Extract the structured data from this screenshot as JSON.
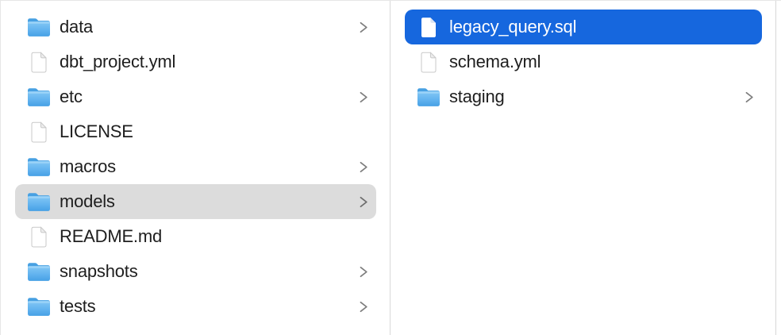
{
  "app": "Finder",
  "view": "column-view",
  "colors": {
    "selection_blue": "#1667de",
    "selection_gray": "#dcdcdc",
    "divider": "#d8d8d8",
    "edge_border": "#e6e6e6",
    "text": "#1e1e1e",
    "selected_text": "#ffffff",
    "chevron": "#7d7d7d",
    "folder_blue": "#62b3ef",
    "file_outline": "#c9c9c9"
  },
  "file_browser": {
    "columns": [
      {
        "items": [
          {
            "label": "data",
            "type": "folder",
            "has_chevron": true,
            "selected": false
          },
          {
            "label": "dbt_project.yml",
            "type": "file",
            "has_chevron": false,
            "selected": false
          },
          {
            "label": "etc",
            "type": "folder",
            "has_chevron": true,
            "selected": false
          },
          {
            "label": "LICENSE",
            "type": "file",
            "has_chevron": false,
            "selected": false
          },
          {
            "label": "macros",
            "type": "folder",
            "has_chevron": true,
            "selected": false
          },
          {
            "label": "models",
            "type": "folder",
            "has_chevron": true,
            "selected": true,
            "selection_style": "inactive-gray"
          },
          {
            "label": "README.md",
            "type": "file",
            "has_chevron": false,
            "selected": false
          },
          {
            "label": "snapshots",
            "type": "folder",
            "has_chevron": true,
            "selected": false
          },
          {
            "label": "tests",
            "type": "folder",
            "has_chevron": true,
            "selected": false
          }
        ]
      },
      {
        "items": [
          {
            "label": "legacy_query.sql",
            "type": "file",
            "has_chevron": false,
            "selected": true,
            "selection_style": "active-blue"
          },
          {
            "label": "schema.yml",
            "type": "file",
            "has_chevron": false,
            "selected": false
          },
          {
            "label": "staging",
            "type": "folder",
            "has_chevron": true,
            "selected": false
          }
        ]
      }
    ]
  }
}
